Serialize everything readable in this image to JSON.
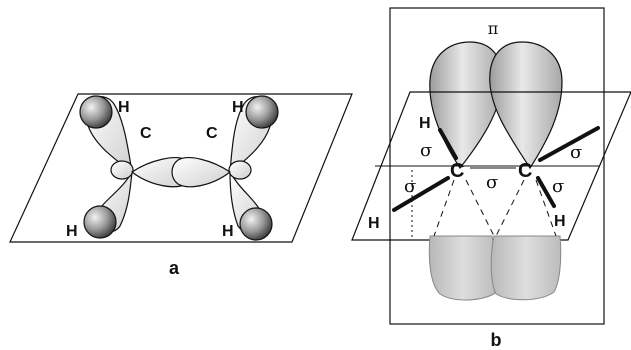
{
  "panel_a": {
    "caption": "a",
    "atoms": {
      "carbon_left": "C",
      "carbon_right": "C",
      "h_top_left": "H",
      "h_top_right": "H",
      "h_bottom_left": "H",
      "h_bottom_right": "H"
    }
  },
  "panel_b": {
    "caption": "b",
    "pi_label": "π",
    "atoms": {
      "carbon_left": "C",
      "carbon_right": "C",
      "h_top_left": "H",
      "h_left": "H",
      "h_bottom_right": "H"
    },
    "sigma_labels": {
      "top_left": "σ",
      "left": "σ",
      "center": "σ",
      "right_top": "σ",
      "right_bottom": "σ"
    }
  },
  "colors": {
    "stroke": "#111111",
    "lobe_fill": "#e4e4e4",
    "pi_fill": "#bdbdbd",
    "h_sphere": "#7a7a7a"
  }
}
